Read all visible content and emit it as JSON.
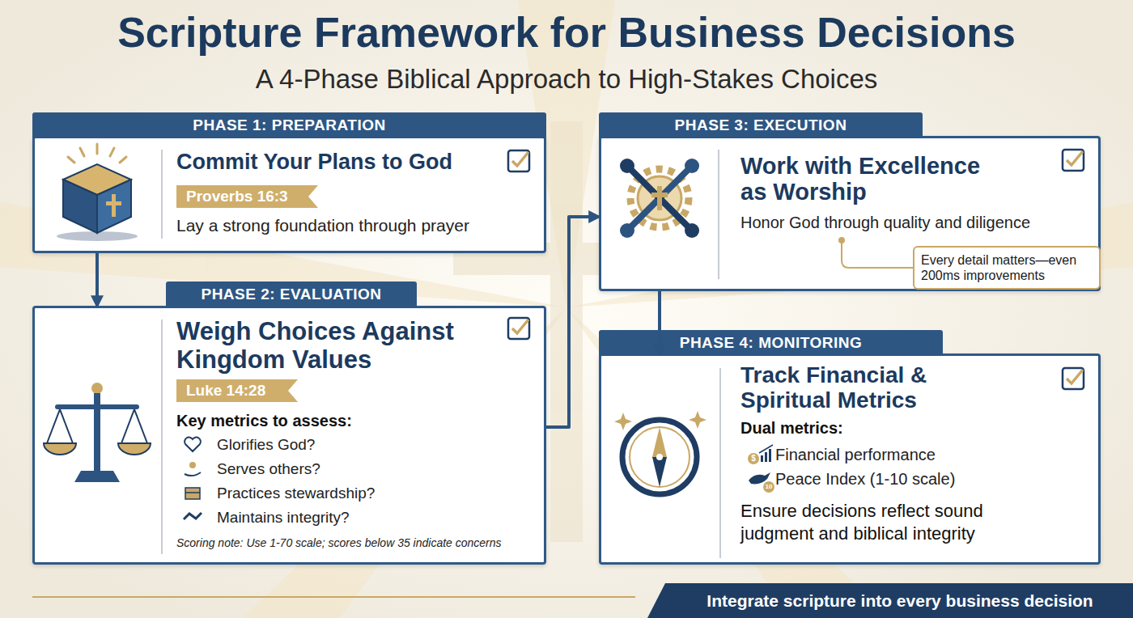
{
  "diagram": {
    "title": "Scripture Framework for Business Decisions",
    "nodes": [
      {
        "text": [
          "PHASE 1: PREPARATION",
          "Commit Your Plans to God",
          "Lay a strong foundation through prayer"
        ]
      },
      {
        "text": [
          "Proverbs 16:3"
        ],
        "in": 0
      },
      {
        "text": [
          "PHASE 2: EVALUATION",
          "Weigh Choices Against Kingdom Values",
          "Key metrics to assess:",
          "Glorifies God?",
          "Serves others?",
          "Practices stewardship?",
          "Maintains integrity?",
          "Scoring note: Use 1-70 scale; scores below 35 indicate concerns"
        ]
      },
      {
        "text": [
          "Luke 14:28"
        ],
        "in": 2
      },
      {
        "text": [
          "PHASE 3: EXECUTION",
          "Work with Excellence as Worship",
          "Honor God through quality and diligence"
        ]
      },
      {
        "text": [
          "Every detail matters—even 200ms improvements"
        ],
        "in": 4
      },
      {
        "text": [
          "PHASE 4: MONITORING",
          "Track Financial & Spiritual Metrics",
          "Dual metrics:",
          "Financial performance",
          "Peace Index (1-10 scale)",
          "Ensure decisions reflect sound judgment and biblical integrity"
        ]
      },
      {
        "text": [
          "Integrate scripture into every business decision"
        ]
      }
    ],
    "edges": [
      {
        "from": 0,
        "to": 2,
        "arrow": "to"
      },
      {
        "from": 2,
        "to": 4,
        "arrow": "to"
      },
      {
        "from": 4,
        "to": 6,
        "arrow": "to"
      }
    ],
    "labels": [
      "A 4-Phase Biblical Approach to High-Stakes Choices",
      "$",
      "10"
    ]
  }
}
